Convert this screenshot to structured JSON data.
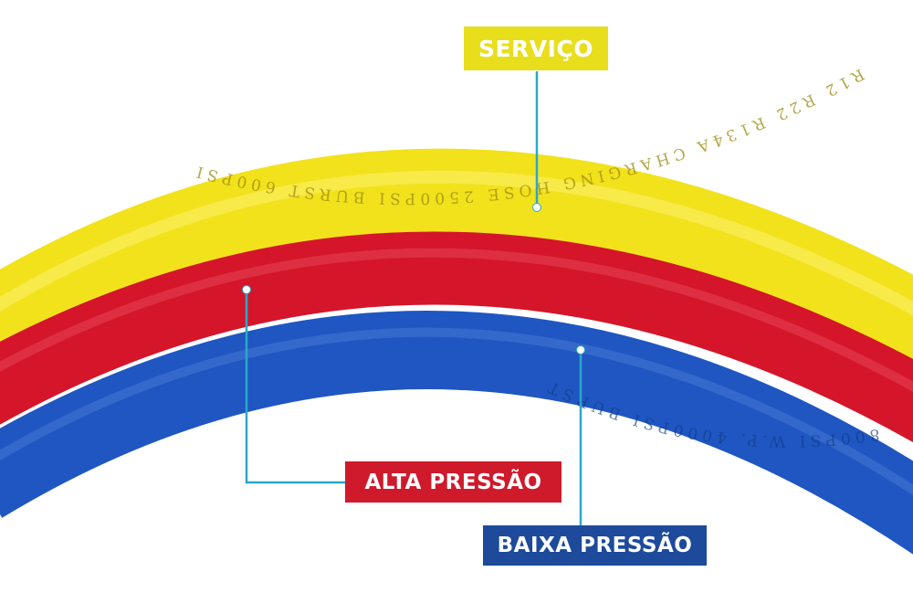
{
  "labels": {
    "servico": "SERVIÇO",
    "alta_pressao": "ALTA PRESSÃO",
    "baixa_pressao": "BAIXA PRESSÃO"
  },
  "hose_print": {
    "yellow": "R12 R22 R134A CHARGING HOSE 2500PSI BURST 600PSI",
    "blue": "800PSI W.P. 4000PSI BURST"
  },
  "colors": {
    "yellow_hose": "#f2e21c",
    "red_hose": "#d4152a",
    "blue_hose": "#1f56c2",
    "leader_line": "#2ba8c9",
    "servico_bg": "#e8de1c",
    "alta_bg": "#cf1a2c",
    "baixa_bg": "#1d4a9b"
  }
}
